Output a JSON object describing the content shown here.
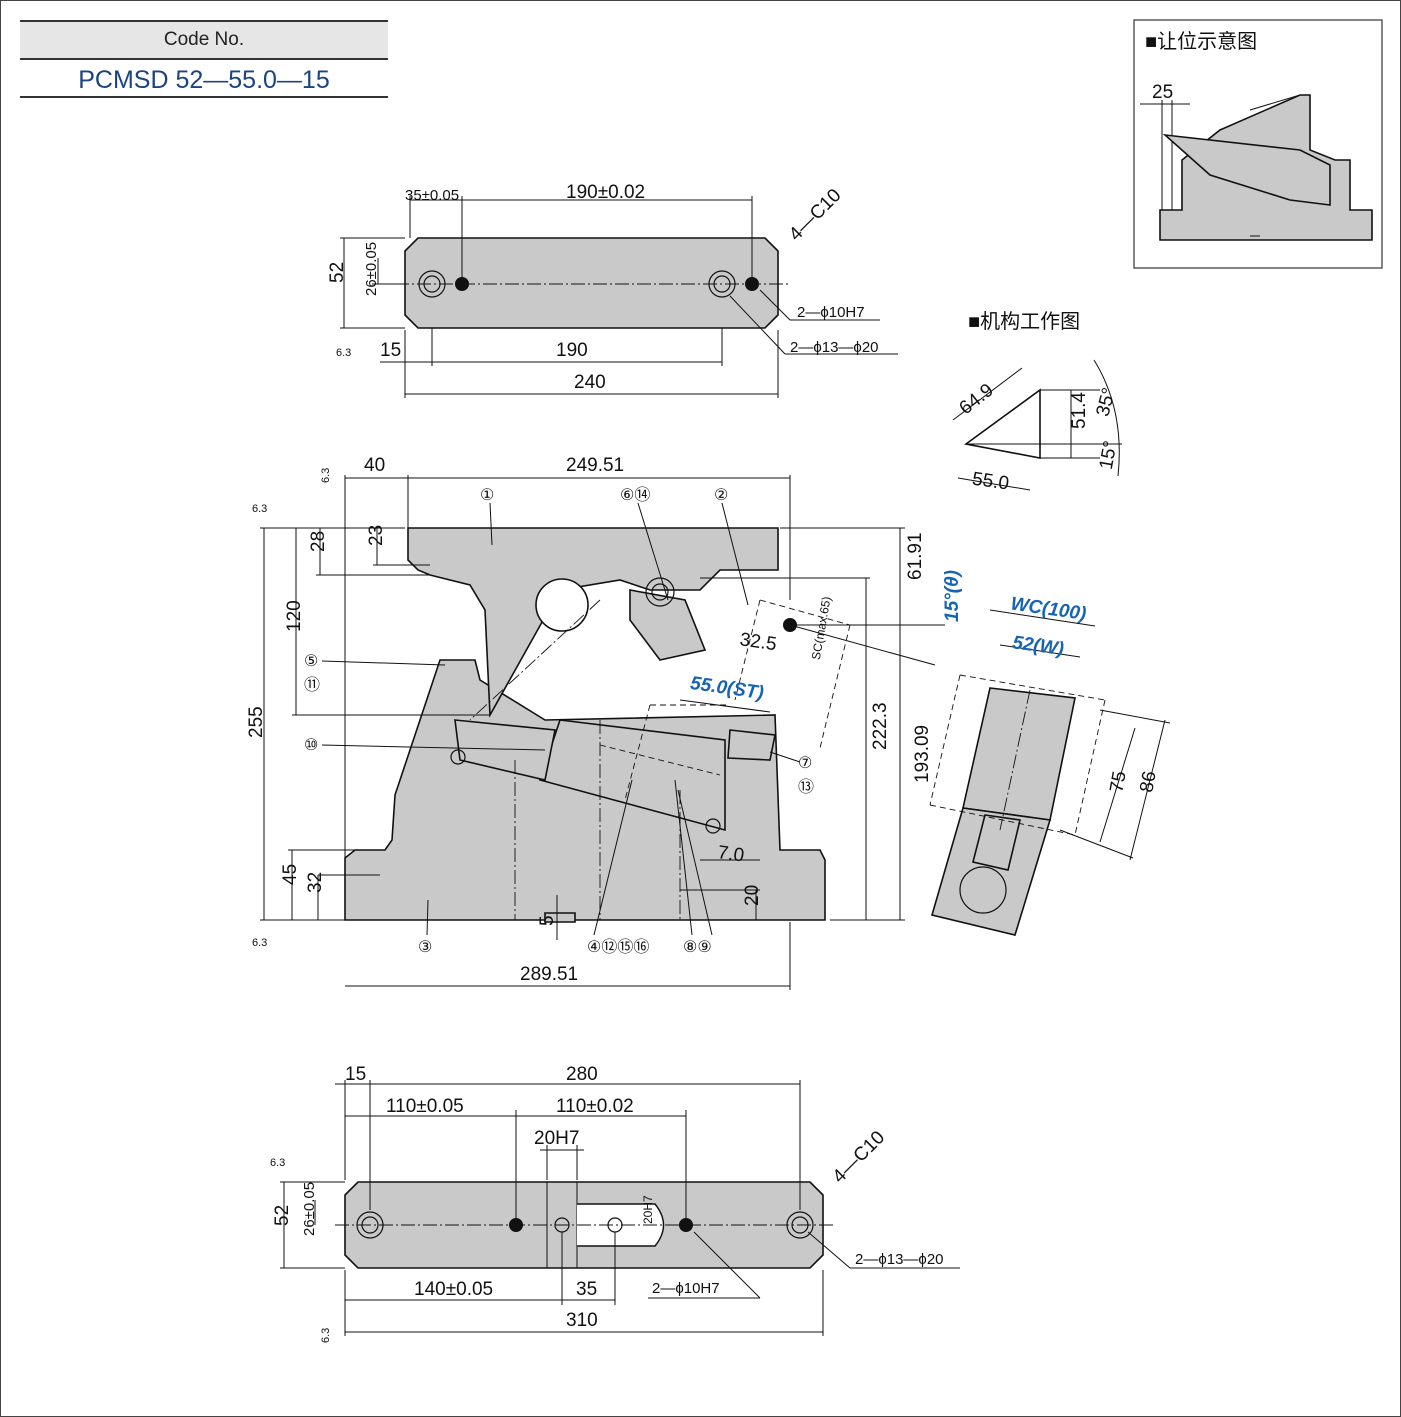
{
  "code_box": {
    "label": "Code No.",
    "value": "PCMSD 52—55.0—15"
  },
  "clearance_view": {
    "title": "■让位示意图",
    "dim": "25"
  },
  "mechanism_view": {
    "title": "■机构工作图",
    "d1": "64.9",
    "d2": "51.4",
    "d3": "55.0",
    "a1": "35°",
    "a2": "15°"
  },
  "top_view": {
    "d_35": "35±0.05",
    "d_190top": "190±0.02",
    "chamfer": "4—C10",
    "d_52": "52",
    "d_26": "26±0.05",
    "d_15": "15",
    "d_190": "190",
    "d_240": "240",
    "hole1": "2—ϕ10H7",
    "hole2": "2—ϕ13—ϕ20"
  },
  "front_view": {
    "d_40": "40",
    "d_249": "249.51",
    "d_28": "28",
    "d_23": "23",
    "d_120": "120",
    "d_255": "255",
    "d_45": "45",
    "d_32": "32",
    "d_5": "5",
    "d_20": "20",
    "d_7": "7.0",
    "d_289": "289.51",
    "d_61": "61.91",
    "d_222": "222.3",
    "d_193": "193.09",
    "d_32_5": "32.5",
    "sc": "SC(max.65)",
    "st": "55.0(ST)",
    "theta": "15°(θ)",
    "wc": "WC(100)",
    "w": "52(W)",
    "d_75": "75",
    "d_86": "86"
  },
  "parts": {
    "p1": "①",
    "p2": "②",
    "p3": "③",
    "p4": "④⑫⑮⑯",
    "p5": "⑤",
    "p11": "⑪",
    "p6": "⑥⑭",
    "p7": "⑦",
    "p13": "⑬",
    "p8": "⑧⑨",
    "p10": "⑩"
  },
  "bottom_view": {
    "d_15": "15",
    "d_280": "280",
    "d_110a": "110±0.05",
    "d_110b": "110±0.02",
    "d_20h7": "20H7",
    "chamfer": "4—C10",
    "d_52": "52",
    "d_26": "26±0.05",
    "d_20h7v": "20H7",
    "hole2": "2—ϕ13—ϕ20",
    "hole1": "2—ϕ10H7",
    "d_140": "140±0.05",
    "d_35": "35",
    "d_310": "310"
  },
  "roughness": "6.3"
}
